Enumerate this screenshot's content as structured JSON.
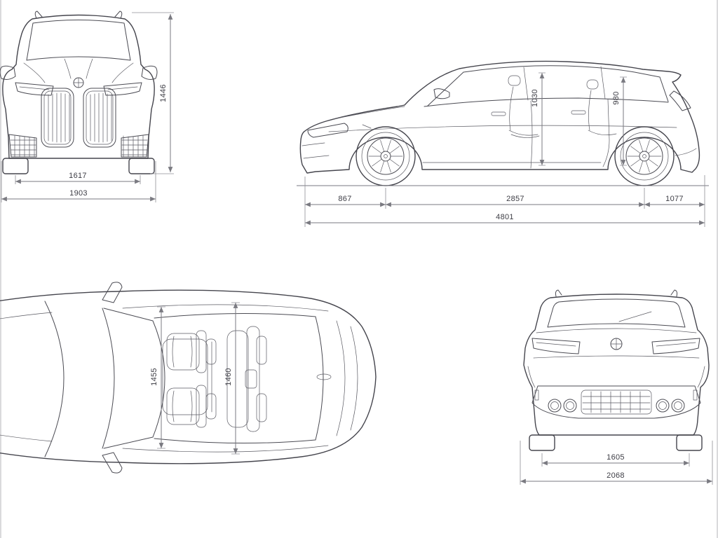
{
  "colors": {
    "car_line": "#45454d",
    "dim_line": "#7a7a81",
    "label_text": "#3c3c44",
    "background": "#ffffff"
  },
  "views": {
    "front": {
      "dims": {
        "overall_height": "1446",
        "front_track": "1617",
        "overall_width": "1903"
      }
    },
    "side": {
      "dims": {
        "front_interior_height": "1030",
        "rear_interior_height": "980",
        "front_overhang": "867",
        "wheelbase": "2857",
        "rear_overhang": "1077",
        "overall_length": "4801"
      }
    },
    "top": {
      "dims": {
        "front_interior_width": "1455",
        "rear_interior_width": "1460"
      }
    },
    "rear": {
      "dims": {
        "rear_track": "1605",
        "overall_width_mirrors": "2068"
      }
    }
  }
}
